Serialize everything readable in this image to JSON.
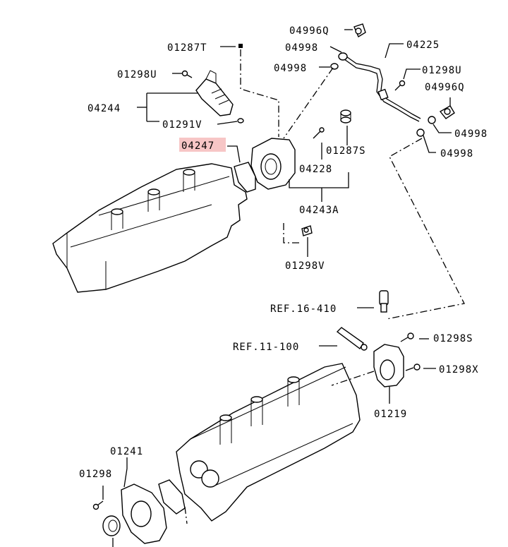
{
  "labels": {
    "p04996q_top": "04996Q",
    "p04998_a": "04998",
    "p04998_b": "04998",
    "p04225": "04225",
    "p01298u_left": "01298U",
    "p01298u_right": "01298U",
    "p04996q_right": "04996Q",
    "p04998_c": "04998",
    "p04998_d": "04998",
    "p01287t": "01287T",
    "p04244": "04244",
    "p01291v": "01291V",
    "p04247": "04247",
    "p01287s": "01287S",
    "p04228": "04228",
    "p04243a": "04243A",
    "p01298v": "01298V",
    "ref16": "REF.16-410",
    "ref11": "REF.11-100",
    "p01298s": "01298S",
    "p01298x": "01298X",
    "p01219": "01219",
    "p01241": "01241",
    "p01298": "01298"
  },
  "highlight_color": "#f7c6c6"
}
